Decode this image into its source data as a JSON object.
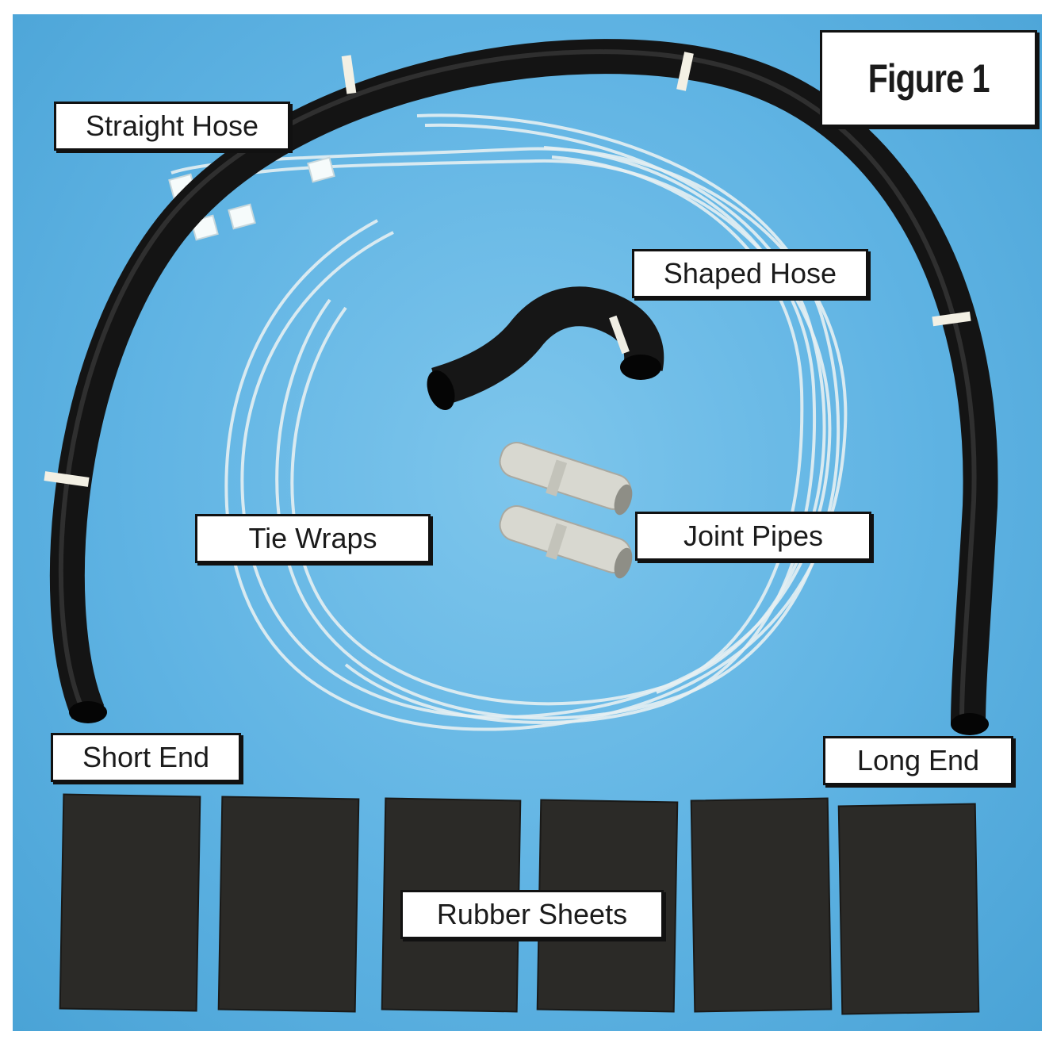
{
  "figure_title": "Figure 1",
  "labels": {
    "straight_hose": "Straight Hose",
    "shaped_hose": "Shaped Hose",
    "tie_wraps": "Tie Wraps",
    "joint_pipes": "Joint Pipes",
    "short_end": "Short End",
    "long_end": "Long End",
    "rubber_sheets": "Rubber Sheets"
  },
  "colors": {
    "background": "#5fb3e3",
    "hose": "#141414",
    "rubber_sheet": "#2b2a27",
    "tie_wrap": "#e8f1f3",
    "joint_pipe": "#d9d9d2"
  }
}
